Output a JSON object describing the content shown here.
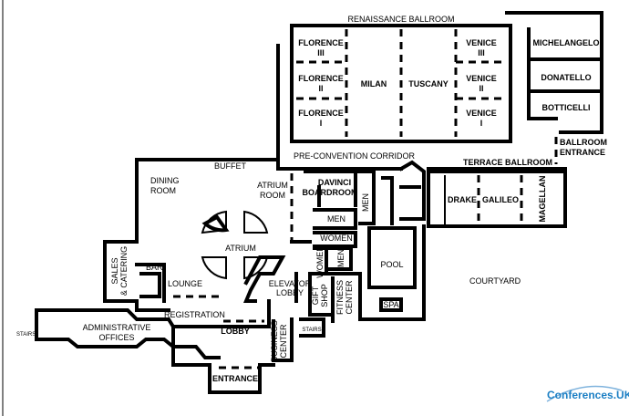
{
  "labels": {
    "renaissance_ballroom": "RENAISSANCE BALLROOM",
    "florence3_a": "FLORENCE",
    "florence3_b": "III",
    "florence2_a": "FLORENCE",
    "florence2_b": "II",
    "florence1_a": "FLORENCE",
    "florence1_b": "I",
    "milan": "MILAN",
    "tuscany": "TUSCANY",
    "venice3_a": "VENICE",
    "venice3_b": "III",
    "venice2_a": "VENICE",
    "venice2_b": "II",
    "venice1_a": "VENICE",
    "venice1_b": "I",
    "michelangelo": "MICHELANGELO",
    "donatello": "DONATELLO",
    "botticelli": "BOTTICELLI",
    "ballroom_entrance_a": "BALLROOM",
    "ballroom_entrance_b": "ENTRANCE",
    "pre_convention_corridor": "PRE-CONVENTION CORRIDOR",
    "terrace_ballroom": "TERRACE BALLROOM",
    "drake": "DRAKE",
    "galileo": "GALILEO",
    "magellan": "MAGELLAN",
    "davinci_a": "DAVINCI",
    "davinci_b": "BOARDROOM",
    "men_vertical": "MEN",
    "men_1": "MEN",
    "women_1": "WOMEN",
    "women_vertical": "WOMEN",
    "men_small": "MEN",
    "pool": "POOL",
    "spa": "SPA",
    "courtyard": "COURTYARD",
    "gift_a": "GIFT",
    "gift_b": "SHOP",
    "fitness_a": "FITNESS",
    "fitness_b": "CENTER",
    "stairs_right": "STAIRS",
    "business_a": "BUSINESS",
    "business_b": "CENTER",
    "buffet": "BUFFET",
    "dining_a": "DINING",
    "dining_b": "ROOM",
    "atrium_room_a": "ATRIUM",
    "atrium_room_b": "ROOM",
    "atrium": "ATRIUM",
    "sales_a": "SALES",
    "sales_b": "& CATERING",
    "bar": "BAR",
    "lounge": "LOUNGE",
    "elevator_a": "ELEVATOR",
    "elevator_b": "LOBBY",
    "registration": "REGISTRATION",
    "admin_a": "ADMINISTRATIVE",
    "admin_b": "OFFICES",
    "stairs_left": "STAIRS",
    "lobby": "LOBBY",
    "entrance": "ENTRANCE"
  },
  "logo": {
    "text": "Conferences.UK",
    "color": "#1c7fc4"
  }
}
